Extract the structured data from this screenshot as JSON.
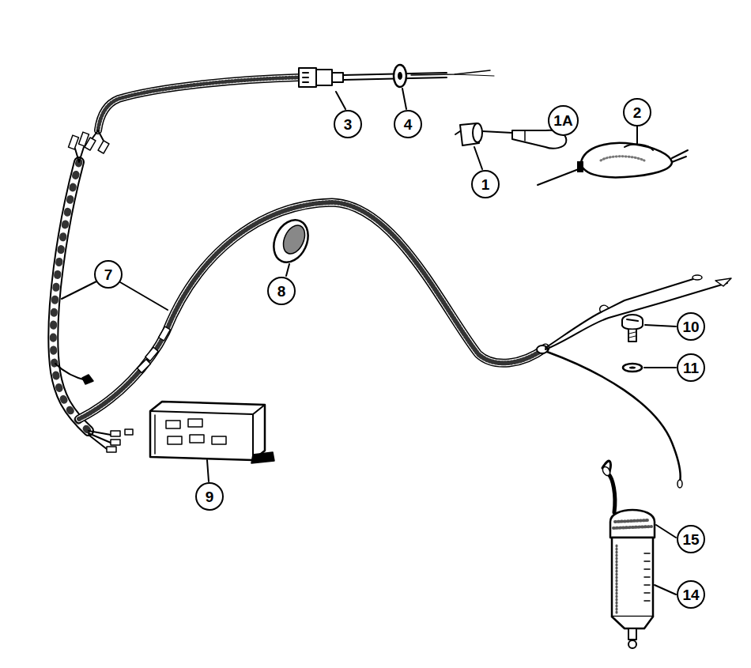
{
  "diagram": {
    "nodes": [
      {
        "text": [
          "3"
        ]
      },
      {
        "text": [
          "4"
        ]
      },
      {
        "text": [
          "1A"
        ]
      },
      {
        "text": [
          "2"
        ]
      },
      {
        "text": [
          "1"
        ]
      },
      {
        "text": [
          "7"
        ]
      },
      {
        "text": [
          "8"
        ]
      },
      {
        "text": [
          "10"
        ]
      },
      {
        "text": [
          "11"
        ]
      },
      {
        "text": [
          "9"
        ]
      },
      {
        "text": [
          "15"
        ]
      },
      {
        "text": [
          "14"
        ]
      }
    ]
  }
}
